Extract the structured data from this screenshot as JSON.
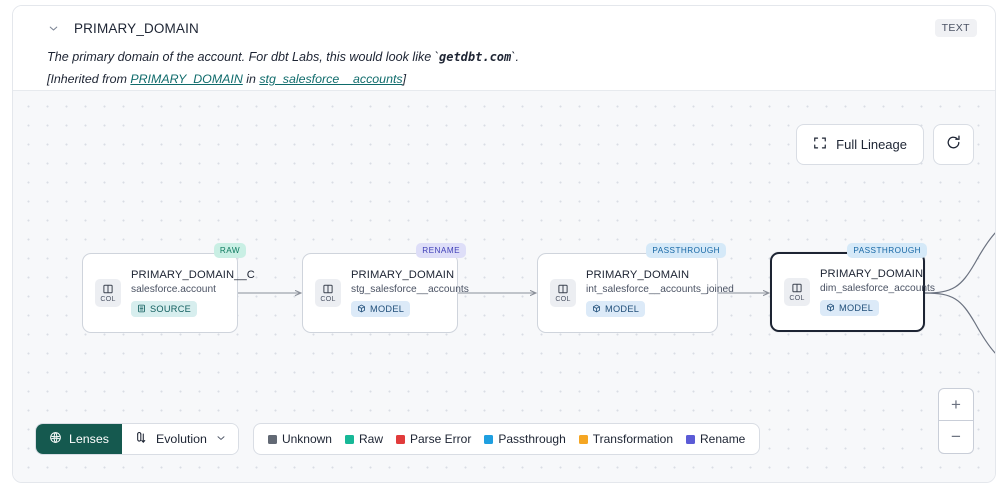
{
  "header": {
    "title": "PRIMARY_DOMAIN",
    "type_badge": "TEXT",
    "chevron_icon": "chevron-down-icon",
    "description_prefix": "The primary domain of the account. For dbt Labs, this would look like `",
    "description_code": "getdbt.com",
    "description_suffix": "`.",
    "inherited_open": "[Inherited from ",
    "inherited_link_column": "PRIMARY_DOMAIN",
    "inherited_in": " in ",
    "inherited_link_model": "stg_salesforce__accounts",
    "inherited_close": "]"
  },
  "controls": {
    "full_lineage_label": "Full Lineage",
    "full_lineage_icon": "expand-icon",
    "refresh_icon": "refresh-icon",
    "zoom_in_label": "+",
    "zoom_out_label": "−"
  },
  "lineage": {
    "nodes": [
      {
        "id": "n1",
        "tag": "RAW",
        "tag_kind": "raw",
        "chip_label": "COL",
        "title": "PRIMARY_DOMAIN__C",
        "subtitle": "salesforce.account",
        "badge": "SOURCE",
        "badge_kind": "source",
        "badge_icon": "database-icon",
        "selected": false
      },
      {
        "id": "n2",
        "tag": "RENAME",
        "tag_kind": "rename",
        "chip_label": "COL",
        "title": "PRIMARY_DOMAIN",
        "subtitle": "stg_salesforce__accounts",
        "badge": "MODEL",
        "badge_kind": "model",
        "badge_icon": "cube-icon",
        "selected": false
      },
      {
        "id": "n3",
        "tag": "PASSTHROUGH",
        "tag_kind": "passthrough",
        "chip_label": "COL",
        "title": "PRIMARY_DOMAIN",
        "subtitle": "int_salesforce__accounts_joined",
        "badge": "MODEL",
        "badge_kind": "model",
        "badge_icon": "cube-icon",
        "selected": false
      },
      {
        "id": "n4",
        "tag": "PASSTHROUGH",
        "tag_kind": "passthrough",
        "chip_label": "COL",
        "title": "PRIMARY_DOMAIN",
        "subtitle": "dim_salesforce_accounts",
        "badge": "MODEL",
        "badge_kind": "model",
        "badge_icon": "cube-icon",
        "selected": true
      }
    ]
  },
  "toolbar": {
    "lenses_label": "Lenses",
    "lenses_icon": "lens-icon",
    "evolution_label": "Evolution",
    "evolution_icon": "evolution-arrows-icon",
    "evolution_chevron": "chevron-down-icon"
  },
  "legend": {
    "items": [
      {
        "label": "Unknown",
        "color": "#626974"
      },
      {
        "label": "Raw",
        "color": "#17b897"
      },
      {
        "label": "Parse Error",
        "color": "#e13b3b"
      },
      {
        "label": "Passthrough",
        "color": "#1f9fe0"
      },
      {
        "label": "Transformation",
        "color": "#f5a623"
      },
      {
        "label": "Rename",
        "color": "#5b5bd6"
      }
    ]
  }
}
